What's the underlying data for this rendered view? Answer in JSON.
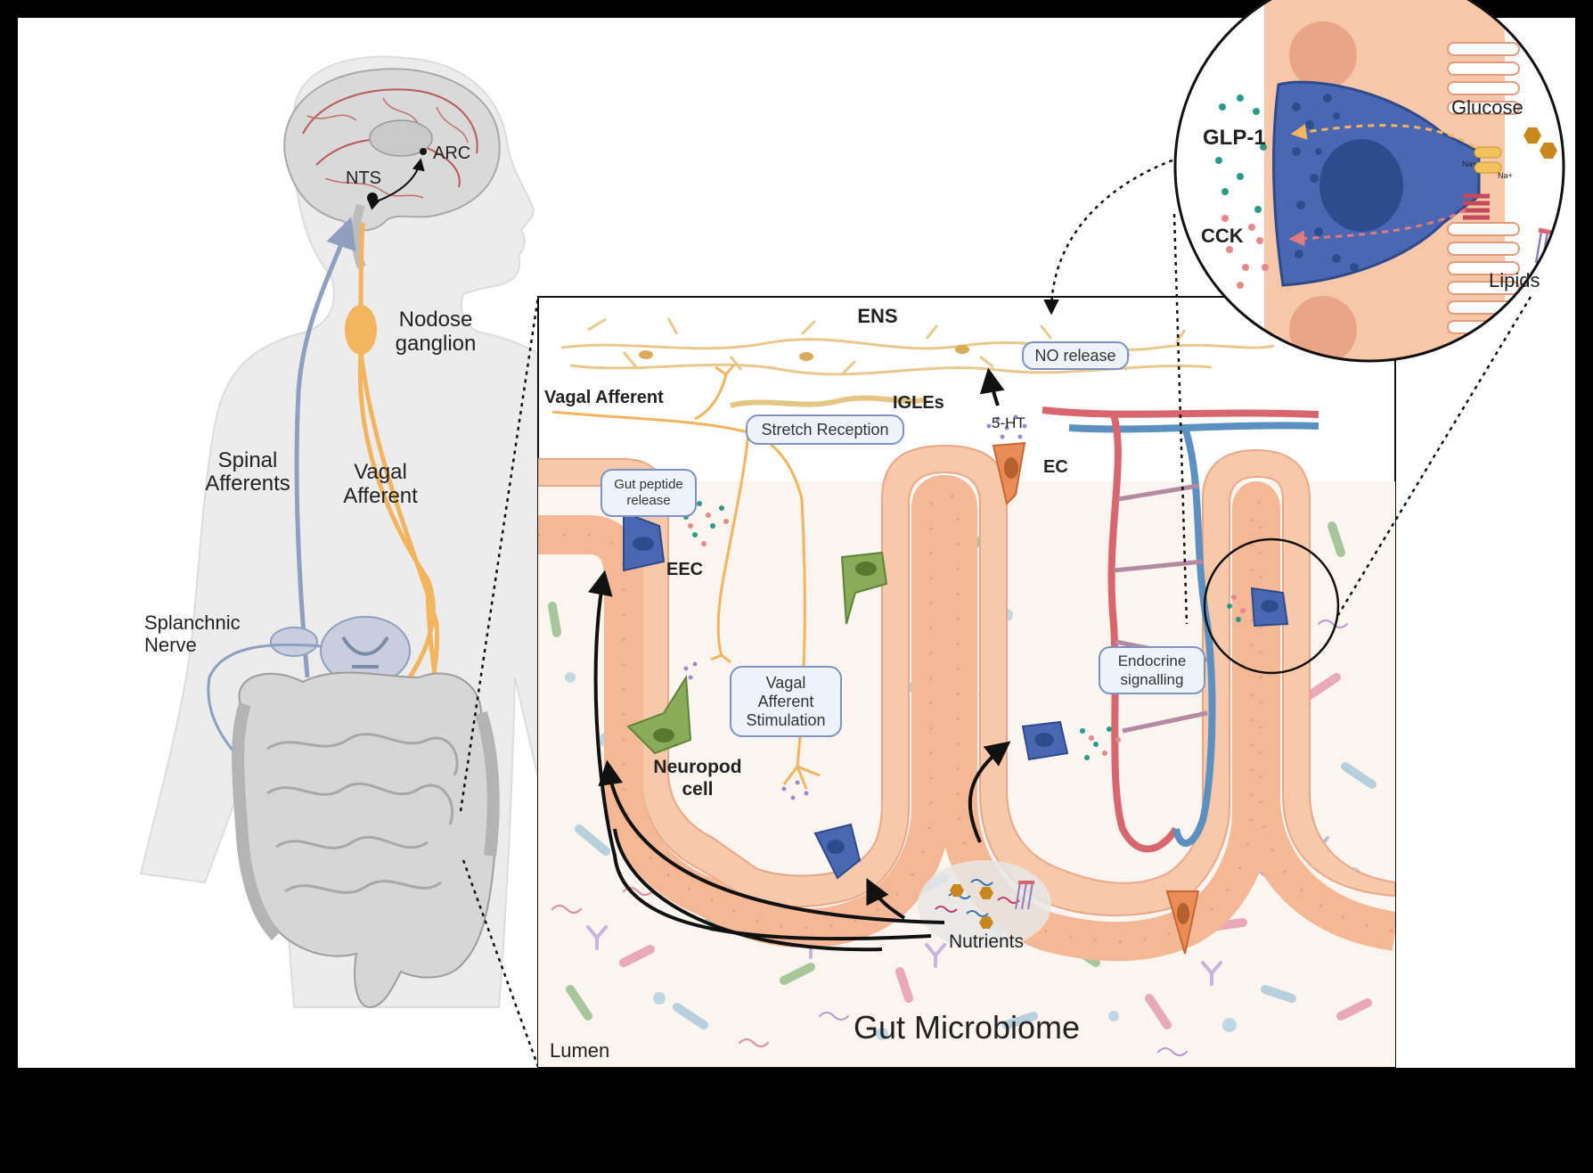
{
  "labels": {
    "arc": "ARC",
    "nts": "NTS",
    "nodose": [
      "Nodose",
      "ganglion"
    ],
    "spinal_afferents": [
      "Spinal",
      "Afferents"
    ],
    "vagal_afferent_body": [
      "Vagal",
      "Afferent"
    ],
    "splanchnic": [
      "Splanchnic",
      "Nerve"
    ],
    "ens": "ENS",
    "no_release": "NO release",
    "vagal_afferent_panel": "Vagal Afferent",
    "igles": "IGLEs",
    "stretch_reception": "Stretch Reception",
    "five_ht": "5-HT",
    "ec": "EC",
    "gut_peptide_release": [
      "Gut peptide",
      "release"
    ],
    "eec": "EEC",
    "vagal_afferent_stimulation": [
      "Vagal",
      "Afferent",
      "Stimulation"
    ],
    "neuropod_cell": [
      "Neuropod",
      "cell"
    ],
    "endocrine_signalling": [
      "Endocrine",
      "signalling"
    ],
    "nutrients": "Nutrients",
    "gut_microbiome": "Gut Microbiome",
    "lumen": "Lumen",
    "glp1": "GLP-1",
    "cck": "CCK",
    "glucose": "Glucose",
    "lipids": "Lipids",
    "na_plus": "Na+"
  },
  "colors": {
    "frame_background": "#000000",
    "canvas_background": "#ffffff",
    "vagal_nerve": "#f3b45e",
    "spinal_nerve": "#8f9fbf",
    "epithelium": "#f7c8a9",
    "epithelium_nucleus": "#e59a7a",
    "eec_cell": "#4a67b3",
    "neuropod_cell": "#8aab5a",
    "ec_cell": "#e88c58",
    "artery": "#d9666e",
    "vein": "#5b90c0",
    "glp1_particles": "#2a9b86",
    "cck_particles": "#e8878c",
    "glucose": "#c8861f",
    "callout_box_fill": "#eef3fb",
    "callout_box_stroke": "#7c93c4"
  }
}
